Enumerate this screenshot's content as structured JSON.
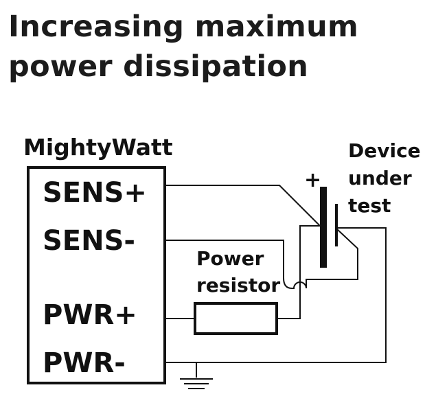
{
  "title": {
    "line1": "Increasing maximum",
    "line2": "power dissipation"
  },
  "device_box": {
    "name": "MightyWatt",
    "terminals": [
      "SENS+",
      "SENS-",
      "PWR+",
      "PWR-"
    ]
  },
  "dut": {
    "polarity": "+",
    "label_lines": [
      "Device",
      "under",
      "test"
    ]
  },
  "resistor": {
    "label_lines": [
      "Power",
      "resistor"
    ]
  },
  "colors": {
    "ink": "#111111",
    "background": "#ffffff"
  },
  "icons": [
    "ground-icon",
    "battery-symbol",
    "resistor-symbol",
    "wire-crossover-hop"
  ]
}
